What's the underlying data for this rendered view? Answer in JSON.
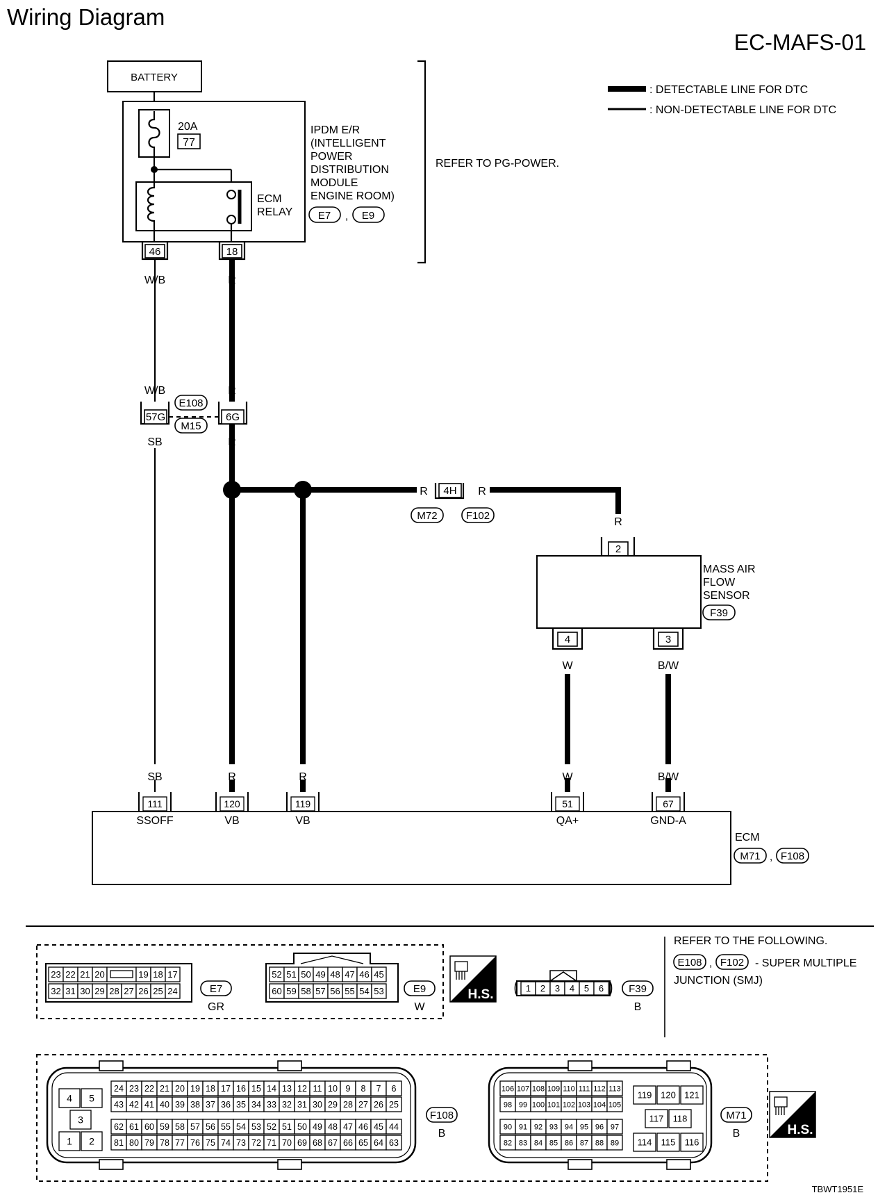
{
  "page": {
    "title": "Wiring Diagram",
    "code": "EC-MAFS-01",
    "figure_id": "TBWT1951E"
  },
  "legend": {
    "detectable": ": DETECTABLE LINE FOR DTC",
    "non_detectable": ": NON-DETECTABLE LINE FOR DTC"
  },
  "battery": {
    "label": "BATTERY"
  },
  "ipdm": {
    "fuse_rating": "20A",
    "fuse_number": "77",
    "lines": [
      "IPDM E/R",
      "(INTELLIGENT",
      " POWER",
      "DISTRIBUTION",
      "MODULE",
      "ENGINE ROOM)"
    ],
    "relay_lines": [
      "ECM",
      "RELAY"
    ],
    "connectors": [
      "E7",
      "E9"
    ],
    "pin_left": "46",
    "pin_right": "18",
    "refer": "REFER TO PG-POWER."
  },
  "wires": {
    "wb": "W/B",
    "r": "R",
    "sb": "SB",
    "w": "W",
    "bw": "B/W"
  },
  "junction": {
    "connectors": [
      "E108",
      "M15"
    ],
    "pin_left": "57G",
    "pin_right": "6G"
  },
  "inline_connector": {
    "pin": "4H",
    "connectors": [
      "M72",
      "F102"
    ]
  },
  "maf_sensor": {
    "lines": [
      "MASS AIR",
      "FLOW",
      "SENSOR"
    ],
    "connector": "F39",
    "pin_top": "2",
    "pin_left": "4",
    "pin_right": "3"
  },
  "ecm": {
    "label": "ECM",
    "connectors": [
      "M71",
      "F108"
    ],
    "pins": [
      {
        "num": "111",
        "name": "SSOFF"
      },
      {
        "num": "120",
        "name": "VB"
      },
      {
        "num": "119",
        "name": "VB"
      },
      {
        "num": "51",
        "name": "QA+"
      },
      {
        "num": "67",
        "name": "GND-A"
      }
    ]
  },
  "connector_views": {
    "e7": {
      "top": [
        "23",
        "22",
        "21",
        "20",
        "",
        "19",
        "18",
        "17"
      ],
      "bottom": [
        "32",
        "31",
        "30",
        "29",
        "28",
        "27",
        "26",
        "25",
        "24"
      ],
      "id": "E7",
      "color": "GR"
    },
    "e9": {
      "top": [
        "52",
        "51",
        "50",
        "49",
        "48",
        "47",
        "46",
        "45"
      ],
      "bottom": [
        "60",
        "59",
        "58",
        "57",
        "56",
        "55",
        "54",
        "53"
      ],
      "id": "E9",
      "color": "W"
    },
    "f39": {
      "pins": [
        "1",
        "2",
        "3",
        "4",
        "5",
        "6"
      ],
      "id": "F39",
      "color": "B"
    },
    "hs_label": "H.S.",
    "refer": {
      "line1": "REFER TO THE FOLLOWING.",
      "connectors": [
        "E108",
        "F102"
      ],
      "line2": "- SUPER MULTIPLE",
      "line3": "JUNCTION (SMJ)"
    },
    "f108": {
      "side": [
        [
          "4",
          "5"
        ],
        [
          "3"
        ],
        [
          "1",
          "2"
        ]
      ],
      "row1": [
        "24",
        "23",
        "22",
        "21",
        "20",
        "19",
        "18",
        "17",
        "16",
        "15",
        "14",
        "13",
        "12",
        "11",
        "10",
        "9",
        "8",
        "7",
        "6"
      ],
      "row2": [
        "43",
        "42",
        "41",
        "40",
        "39",
        "38",
        "37",
        "36",
        "35",
        "34",
        "33",
        "32",
        "31",
        "30",
        "29",
        "28",
        "27",
        "26",
        "25"
      ],
      "row3": [
        "62",
        "61",
        "60",
        "59",
        "58",
        "57",
        "56",
        "55",
        "54",
        "53",
        "52",
        "51",
        "50",
        "49",
        "48",
        "47",
        "46",
        "45",
        "44"
      ],
      "row4": [
        "81",
        "80",
        "79",
        "78",
        "77",
        "76",
        "75",
        "74",
        "73",
        "72",
        "71",
        "70",
        "69",
        "68",
        "67",
        "66",
        "65",
        "64",
        "63"
      ],
      "id": "F108",
      "color": "B"
    },
    "m71": {
      "row1": [
        "106",
        "107",
        "108",
        "109",
        "110",
        "111",
        "112",
        "113"
      ],
      "row2": [
        "98",
        "99",
        "100",
        "101",
        "102",
        "103",
        "104",
        "105"
      ],
      "row3": [
        "90",
        "91",
        "92",
        "93",
        "94",
        "95",
        "96",
        "97"
      ],
      "row4": [
        "82",
        "83",
        "84",
        "85",
        "86",
        "87",
        "88",
        "89"
      ],
      "side_top": [
        "119",
        "120",
        "121"
      ],
      "side_mid": [
        "117",
        "118"
      ],
      "side_bot": [
        "114",
        "115",
        "116"
      ],
      "id": "M71",
      "color": "B"
    }
  }
}
